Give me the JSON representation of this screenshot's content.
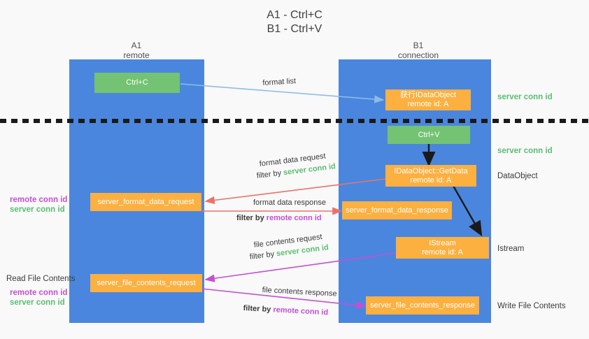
{
  "title": {
    "line1": "A1 - Ctrl+C",
    "line2": "B1 - Ctrl+V"
  },
  "columns": [
    {
      "name": "A1",
      "sub": "remote"
    },
    {
      "name": "B1",
      "sub": "connection"
    }
  ],
  "colors": {
    "lane": "#4a86dd",
    "node_orange": "#fbb040",
    "node_green": "#74c274",
    "server_conn_id": "#5bbd72",
    "remote_conn_id": "#c44fd4",
    "arrow_blue": "#8cbbe8",
    "arrow_red": "#e8736a",
    "arrow_purple": "#c44fd4",
    "arrow_black": "#1a1a1a",
    "background": "#f9f9f9"
  },
  "nodes": {
    "ctrl_c": {
      "line1": "Ctrl+C",
      "line2": ""
    },
    "idataobject": {
      "line1": "获行IDataObject",
      "line2": "remote id: A"
    },
    "ctrl_v": {
      "line1": "Ctrl+V",
      "line2": ""
    },
    "getdata": {
      "line1": "IDataObject::GetData",
      "line2": "remote id: A"
    },
    "fmt_req": {
      "line1": "server_format_data_request",
      "line2": ""
    },
    "fmt_resp": {
      "line1": "server_format_data_response",
      "line2": ""
    },
    "istream": {
      "line1": "IStream",
      "line2": "remote id: A"
    },
    "file_req": {
      "line1": "server_file_contents_request",
      "line2": ""
    },
    "file_resp": {
      "line1": "server_file_contents_response",
      "line2": ""
    }
  },
  "edge_labels": {
    "format_list": "format list",
    "format_data_request": "format data request",
    "format_data_response": "format data response",
    "file_contents_request": "file contents request",
    "file_contents_response": "file contents response",
    "filter_by": "filter by ",
    "server_conn_id": "server conn id",
    "remote_conn_id": "remote conn id"
  },
  "right_labels": {
    "server_conn_id_top": "server conn id",
    "server_conn_id_mid": "server conn id",
    "dataobject": "DataObject",
    "istream": "Istream",
    "write_file_contents": "Write File Contents"
  },
  "left_labels": {
    "remote_conn_id_1": "remote conn id",
    "server_conn_id_1": "server conn id",
    "read_file_contents": "Read File Contents",
    "remote_conn_id_2": "remote conn id",
    "server_conn_id_2": "server conn id"
  }
}
